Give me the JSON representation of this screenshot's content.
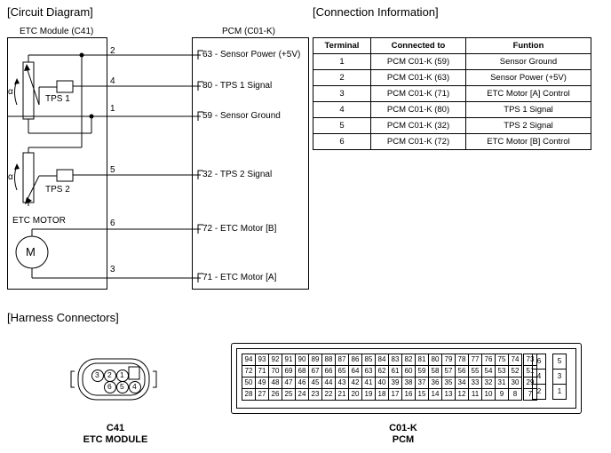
{
  "circuit": {
    "title": "[Circuit Diagram]",
    "module_title": "ETC Module (C41)",
    "pcm_title": "PCM (C01-K)",
    "tps1_label": "TPS 1",
    "tps2_label": "TPS 2",
    "alpha": "α",
    "motor_title": "ETC MOTOR",
    "motor_symbol": "M",
    "wire_numbers": [
      "2",
      "4",
      "1",
      "5",
      "6",
      "3"
    ],
    "pcm_pins": [
      "63 - Sensor Power (+5V)",
      "80 - TPS 1 Signal",
      "59 - Sensor Ground",
      "32 - TPS 2 Signal",
      "72 - ETC Motor [B]",
      "71 - ETC Motor [A]"
    ]
  },
  "connection": {
    "title": "[Connection Information]",
    "headers": [
      "Terminal",
      "Connected to",
      "Funtion"
    ],
    "rows": [
      [
        "1",
        "PCM C01-K (59)",
        "Sensor Ground"
      ],
      [
        "2",
        "PCM C01-K (63)",
        "Sensor Power (+5V)"
      ],
      [
        "3",
        "PCM C01-K (71)",
        "ETC Motor [A] Control"
      ],
      [
        "4",
        "PCM C01-K (80)",
        "TPS 1 Signal"
      ],
      [
        "5",
        "PCM C01-K (32)",
        "TPS 2 Signal"
      ],
      [
        "6",
        "PCM C01-K (72)",
        "ETC Motor [B] Control"
      ]
    ]
  },
  "harness": {
    "title": "[Harness Connectors]",
    "c41_pins_top": [
      "3",
      "2",
      "1"
    ],
    "c41_pins_bottom": [
      "6",
      "5",
      "4"
    ],
    "c41_caption_1": "C41",
    "c41_caption_2": "ETC MODULE",
    "c01k_rows": [
      [
        "94",
        "93",
        "92",
        "91",
        "90",
        "89",
        "88",
        "87",
        "86",
        "85",
        "84",
        "83",
        "82",
        "81",
        "80",
        "79",
        "78",
        "77",
        "76",
        "75",
        "74",
        "73"
      ],
      [
        "72",
        "71",
        "70",
        "69",
        "68",
        "67",
        "66",
        "65",
        "64",
        "63",
        "62",
        "61",
        "60",
        "59",
        "58",
        "57",
        "56",
        "55",
        "54",
        "53",
        "52",
        "51"
      ],
      [
        "50",
        "49",
        "48",
        "47",
        "46",
        "45",
        "44",
        "43",
        "42",
        "41",
        "40",
        "39",
        "38",
        "37",
        "36",
        "35",
        "34",
        "33",
        "32",
        "31",
        "30",
        "29"
      ],
      [
        "28",
        "27",
        "26",
        "25",
        "24",
        "23",
        "22",
        "21",
        "20",
        "19",
        "18",
        "17",
        "16",
        "15",
        "14",
        "13",
        "12",
        "11",
        "10",
        "9",
        "8",
        "7"
      ]
    ],
    "c01k_side_a": [
      "6",
      "4",
      "2"
    ],
    "c01k_side_b": [
      "5",
      "3",
      "1"
    ],
    "c01k_caption_1": "C01-K",
    "c01k_caption_2": "PCM"
  }
}
